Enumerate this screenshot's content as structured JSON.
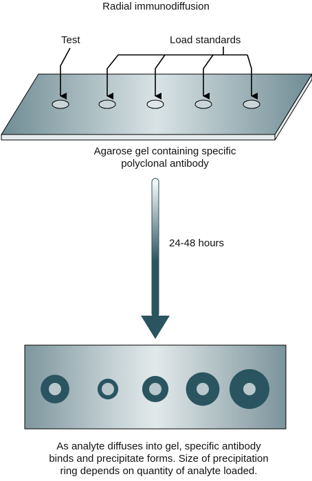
{
  "title": "Radial immunodiffusion",
  "labels": {
    "test": "Test",
    "load_standards": "Load standards"
  },
  "gel_caption": [
    "Agarose gel containing specific",
    "polyclonal antibody"
  ],
  "duration": "24-48 hours",
  "result_caption": [
    "As analyte diffuses into gel, specific antibody",
    "binds and precipitate forms. Size of precipitation",
    "ring depends on quantity of analyte loaded."
  ],
  "colors": {
    "gel_edge": "#6f8c94",
    "gel_center": "#d9e3e5",
    "precipitate": "#2a5560",
    "arrow": "#2a5560",
    "stroke": "#000000"
  },
  "rings": [
    {
      "well": "test",
      "relative_size": 0.72
    },
    {
      "well": "standard-1",
      "relative_size": 0.52
    },
    {
      "well": "standard-2",
      "relative_size": 0.66
    },
    {
      "well": "standard-3",
      "relative_size": 0.84
    },
    {
      "well": "standard-4",
      "relative_size": 1.0
    }
  ]
}
